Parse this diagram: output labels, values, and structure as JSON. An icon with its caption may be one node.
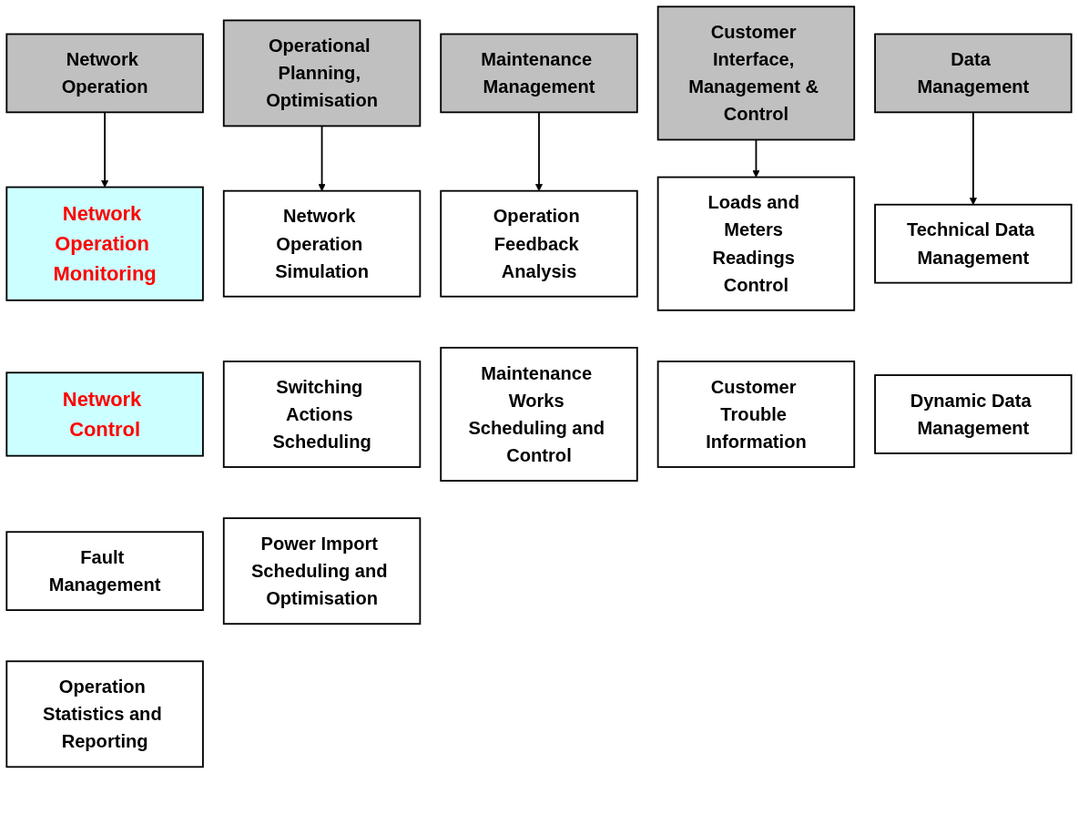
{
  "diagram": {
    "nodes": [
      {
        "text": [
          "Network Operation"
        ]
      },
      {
        "text": [
          "Operational Planning, Optimisation"
        ]
      },
      {
        "text": [
          "Maintenance Management"
        ]
      },
      {
        "text": [
          "Customer Interface, Management & Control"
        ]
      },
      {
        "text": [
          "Data Management"
        ]
      },
      {
        "text": [
          "Network Operation Monitoring"
        ]
      },
      {
        "text": [
          "Network Operation Simulation"
        ]
      },
      {
        "text": [
          "Operation Feedback Analysis"
        ]
      },
      {
        "text": [
          "Loads and Meters Readings Control"
        ]
      },
      {
        "text": [
          "Technical Data Management"
        ]
      },
      {
        "text": [
          "Network Control"
        ]
      },
      {
        "text": [
          "Switching Actions Scheduling"
        ]
      },
      {
        "text": [
          "Maintenance Works Scheduling and Control"
        ]
      },
      {
        "text": [
          "Customer Trouble Information"
        ]
      },
      {
        "text": [
          "Dynamic Data Management"
        ]
      },
      {
        "text": [
          "Fault Management"
        ]
      },
      {
        "text": [
          "Power Import Scheduling and Optimisation"
        ]
      },
      {
        "text": [
          "Operation Statistics and Reporting"
        ]
      }
    ],
    "edges": [
      {
        "from": 0,
        "to": 5,
        "arrow": "to"
      },
      {
        "from": 1,
        "to": 6,
        "arrow": "to"
      },
      {
        "from": 2,
        "to": 7,
        "arrow": "to"
      },
      {
        "from": 3,
        "to": 8,
        "arrow": "to"
      },
      {
        "from": 4,
        "to": 9,
        "arrow": "to"
      }
    ]
  }
}
